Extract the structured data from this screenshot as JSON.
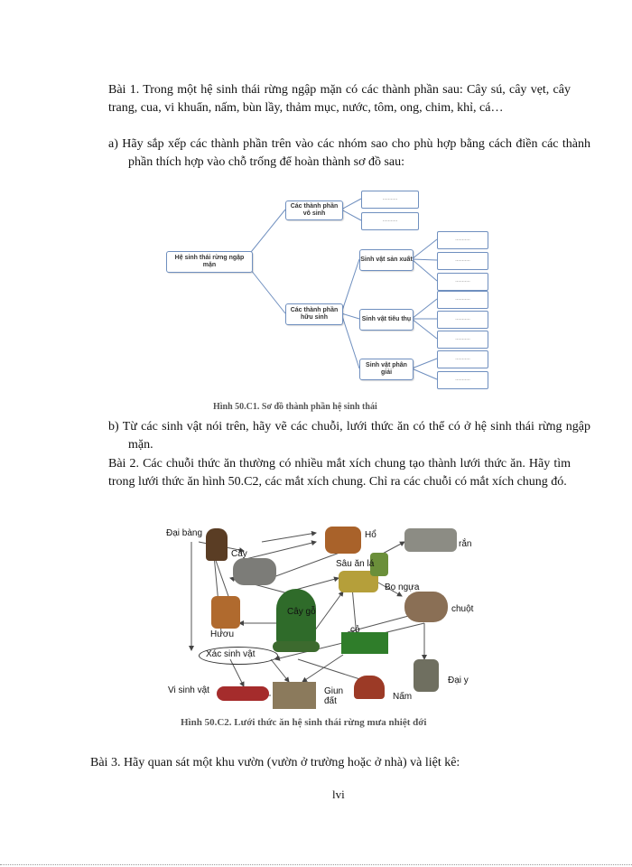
{
  "bai1": {
    "intro": "Bài 1. Trong một hệ sinh thái rừng ngập mặn có các thành phần sau: Cây sú, cây vẹt, cây trang, cua, vi khuẩn, nấm, bùn lầy, thảm mục, nước, tôm, ong, chim, khỉ, cá…",
    "a": "a)  Hãy sắp xếp các thành phần trên vào các nhóm sao cho phù hợp bằng cách điền các thành phần thích hợp vào chỗ trống để hoàn thành sơ đồ sau:",
    "diagram": {
      "root": "Hệ sinh thái rừng ngập mặn",
      "abiotic": "Các thành phần vô sinh",
      "biotic": "Các thành phần hữu sinh",
      "producer": "Sinh vật sản xuất",
      "consumer": "Sinh vật tiêu thụ",
      "decomposer": "Sinh vật phân giải",
      "blank": "..........."
    },
    "figure1_caption": "Hình 50.C1. Sơ đồ thành phần hệ sinh thái",
    "b": "b)  Từ các sinh vật nói trên, hãy vẽ các chuỗi, lưới thức ăn có thể có ở hệ sinh thái rừng ngập mặn."
  },
  "bai2": {
    "text": "Bài 2. Các chuỗi thức ăn thường có nhiều mắt xích chung tạo thành lưới thức ăn. Hãy tìm trong lưới thức ăn hình 50.C2, các mắt xích chung. Chỉ ra các chuỗi có mắt xích chung đó.",
    "foodweb": {
      "dai_bang": "Đại bàng",
      "ho": "Hổ",
      "ran": "rắn",
      "cay": "Cầy",
      "sau_an_la": "Sâu ăn lá",
      "bo_ngua": "Bọ ngựa",
      "chuot": "chuột",
      "cay_go": "Cây gỗ",
      "huou": "Hươu",
      "co": "cỏ",
      "xac_sinh_vat": "Xác sinh vật",
      "vi_sinh_vat": "Vi sinh vật",
      "giun_dat": "Giun đất",
      "nam": "Nấm",
      "dai_y": "Đại y"
    },
    "figure2_caption": "Hình 50.C2. Lưới thức ăn hệ sinh thái rừng mưa nhiệt đới"
  },
  "bai3": {
    "text": "Bài 3. Hãy quan sát một khu vườn (vườn ở trường hoặc ở nhà) và liệt kê:"
  },
  "page_number": "lvi"
}
